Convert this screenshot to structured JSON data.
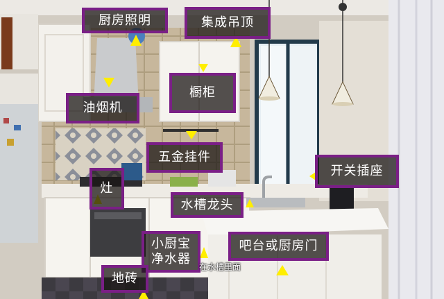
{
  "labels": {
    "kitchen_lighting": "厨房照明",
    "integrated_ceiling": "集成吊顶",
    "range_hood": "油烟机",
    "cabinet": "橱柜",
    "hardware_fittings": "五金挂件",
    "switch_socket": "开关插座",
    "stove": "灶",
    "sink_faucet": "水槽龙头",
    "water_heater": "小厨宝",
    "water_purifier": "净水器",
    "bar_counter_or_door": "吧台或厨房门",
    "floor_tile": "地砖"
  },
  "notes": {
    "under_sink": "在水槽里面"
  },
  "colors": {
    "label_border": "#7a1f86",
    "pointer": "#ffee00"
  }
}
